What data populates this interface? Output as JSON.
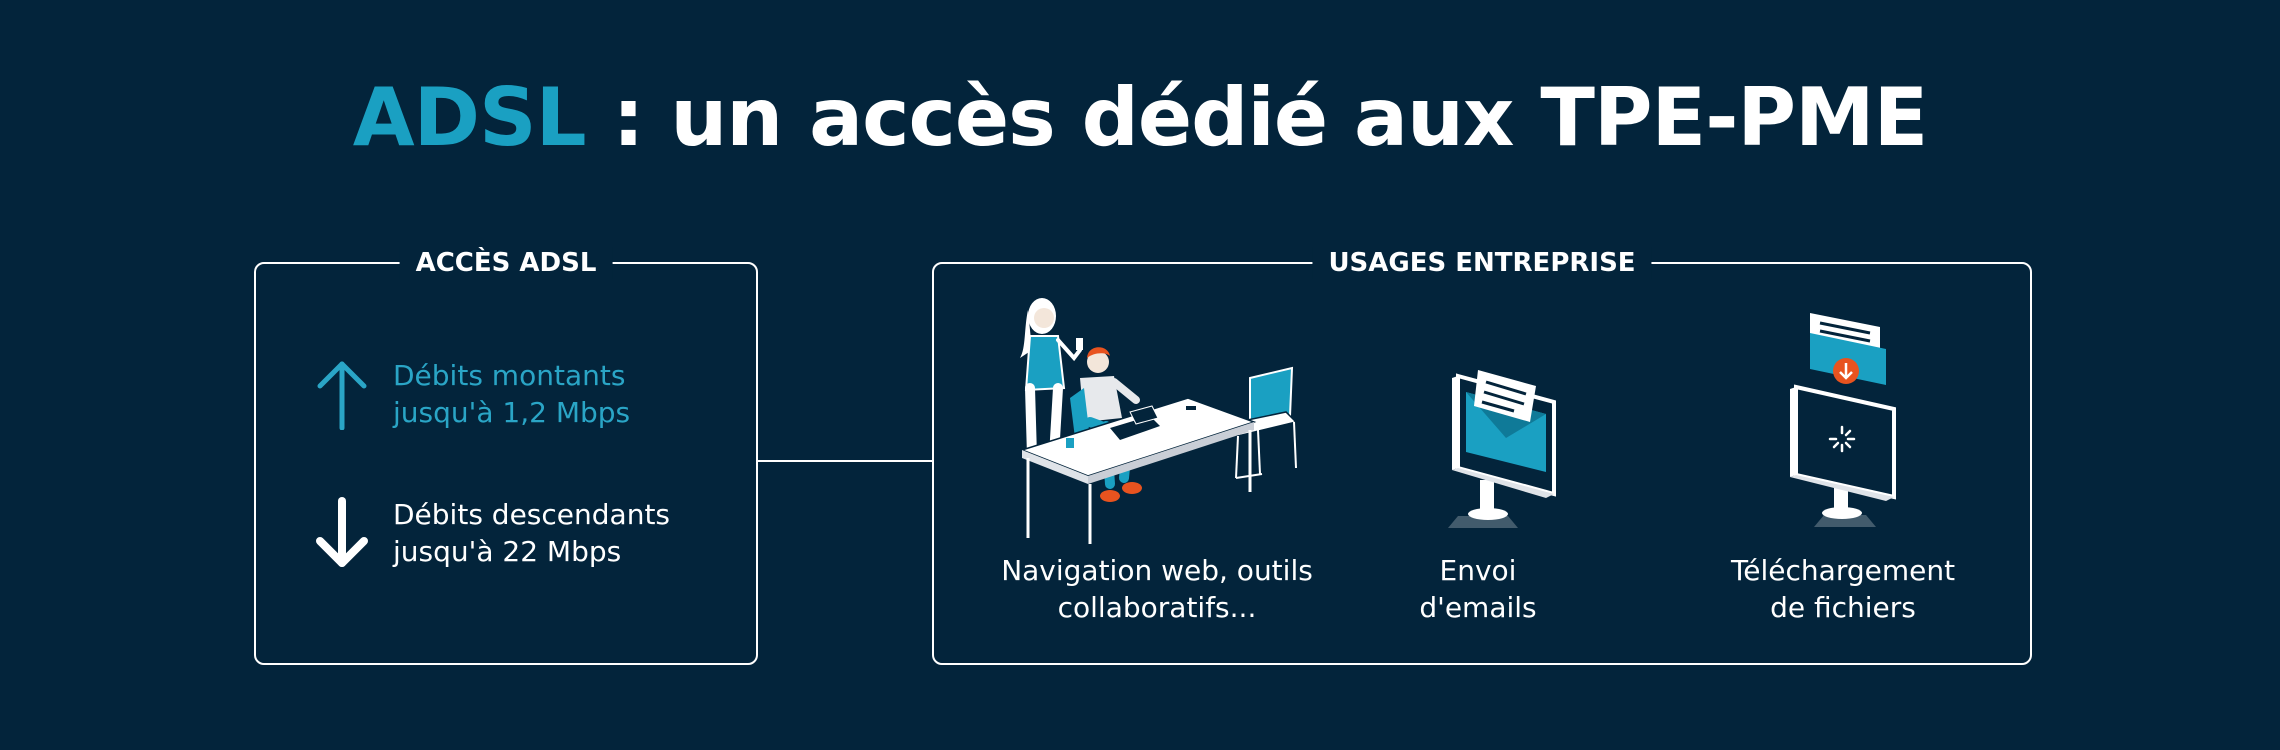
{
  "header": {
    "title_accent": "ADSL",
    "title_rest": " : un accès dédié aux TPE-PME"
  },
  "access_panel": {
    "title": "ACCÈS ADSL",
    "upload": {
      "line1": "Débits montants",
      "line2": "jusqu'à 1,2 Mbps",
      "icon": "arrow-up-icon"
    },
    "download": {
      "line1": "Débits descendants",
      "line2": "jusqu'à 22 Mbps",
      "icon": "arrow-down-icon"
    }
  },
  "usage_panel": {
    "title": "USAGES ENTREPRISE",
    "items": [
      {
        "line1": "Navigation web, outils",
        "line2": "collaboratifs...",
        "icon": "office-workers-illustration"
      },
      {
        "line1": "Envoi",
        "line2": "d'emails",
        "icon": "email-monitor-icon"
      },
      {
        "line1": "Téléchargement",
        "line2": "de fichiers",
        "icon": "download-monitor-icon"
      }
    ]
  },
  "colors": {
    "background": "#03243b",
    "accent": "#1aa0c2",
    "upload_text": "#2aa5c6",
    "line": "#ffffff",
    "hair_orange": "#e8531f"
  }
}
